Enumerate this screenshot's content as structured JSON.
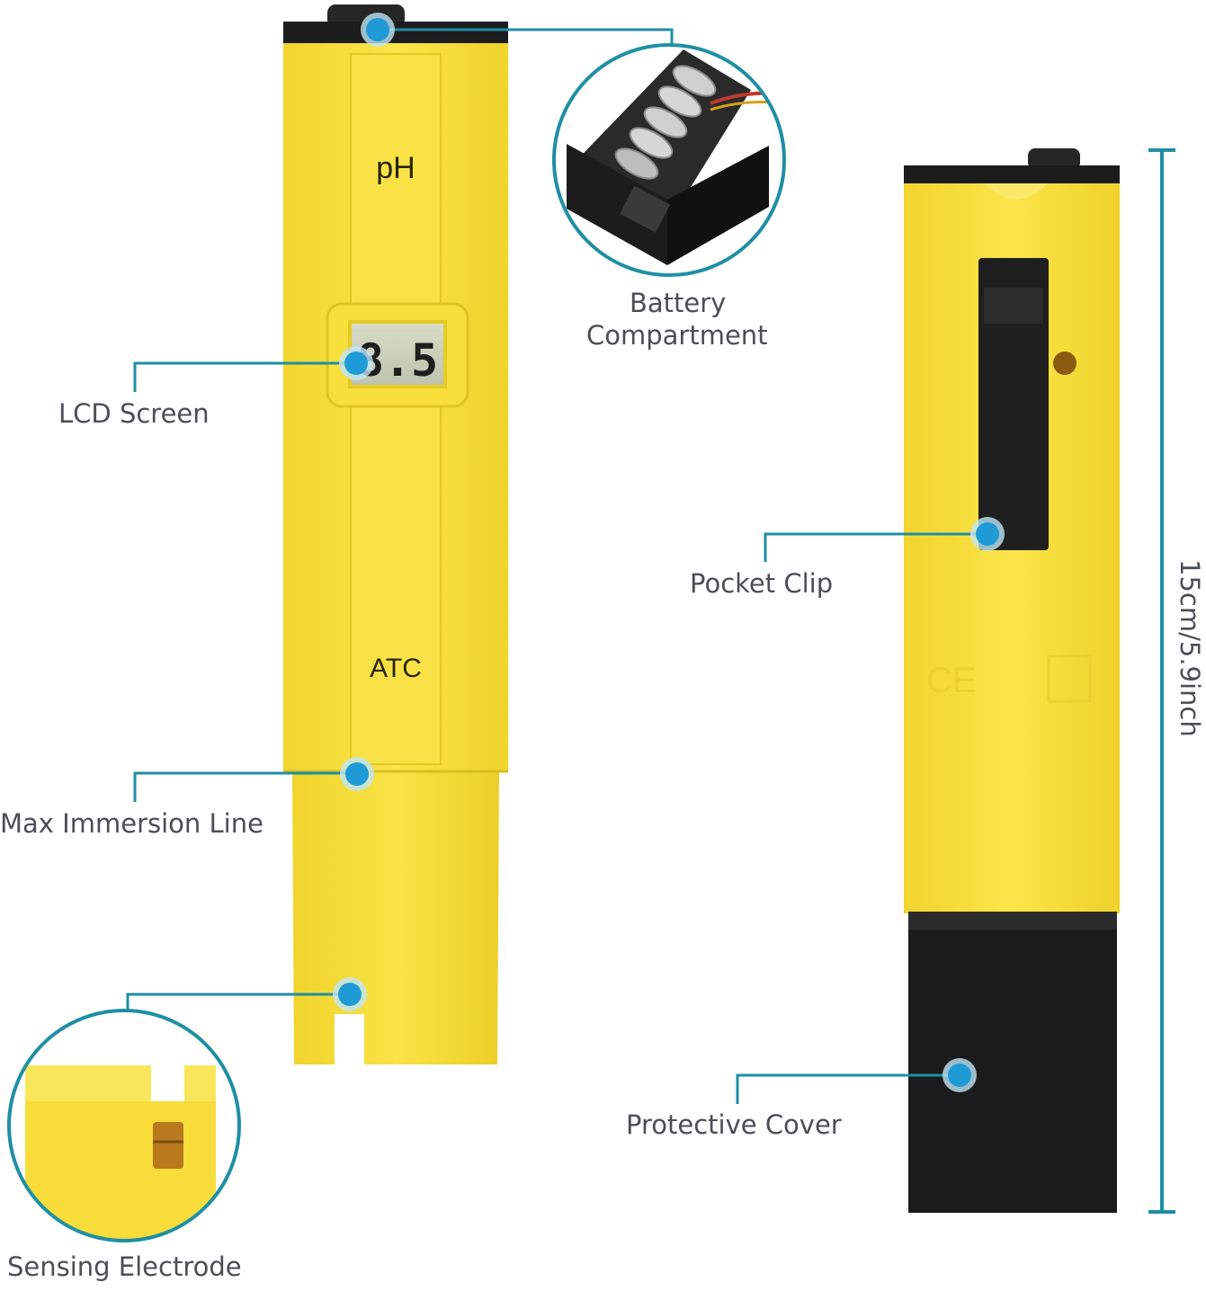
{
  "meter": {
    "brand_label": "pH",
    "mode_label": "ATC",
    "lcd_reading": "8.5"
  },
  "callouts": {
    "battery_line1": "Battery",
    "battery_line2": "Compartment",
    "lcd_screen": "LCD Screen",
    "max_immersion": "Max Immersion Line",
    "sensing_electrode": "Sensing Electrode",
    "pocket_clip": "Pocket Clip",
    "protective_cover": "Protective Cover"
  },
  "dimension": {
    "length_label": "15cm/5.9inch"
  },
  "colors": {
    "body_yellow": "#f7de3a",
    "accent_blue": "#1e9bd7",
    "leader_teal": "#1f8fa3",
    "cap_black": "#1d1d1d",
    "label_gray": "#4a4f55"
  }
}
